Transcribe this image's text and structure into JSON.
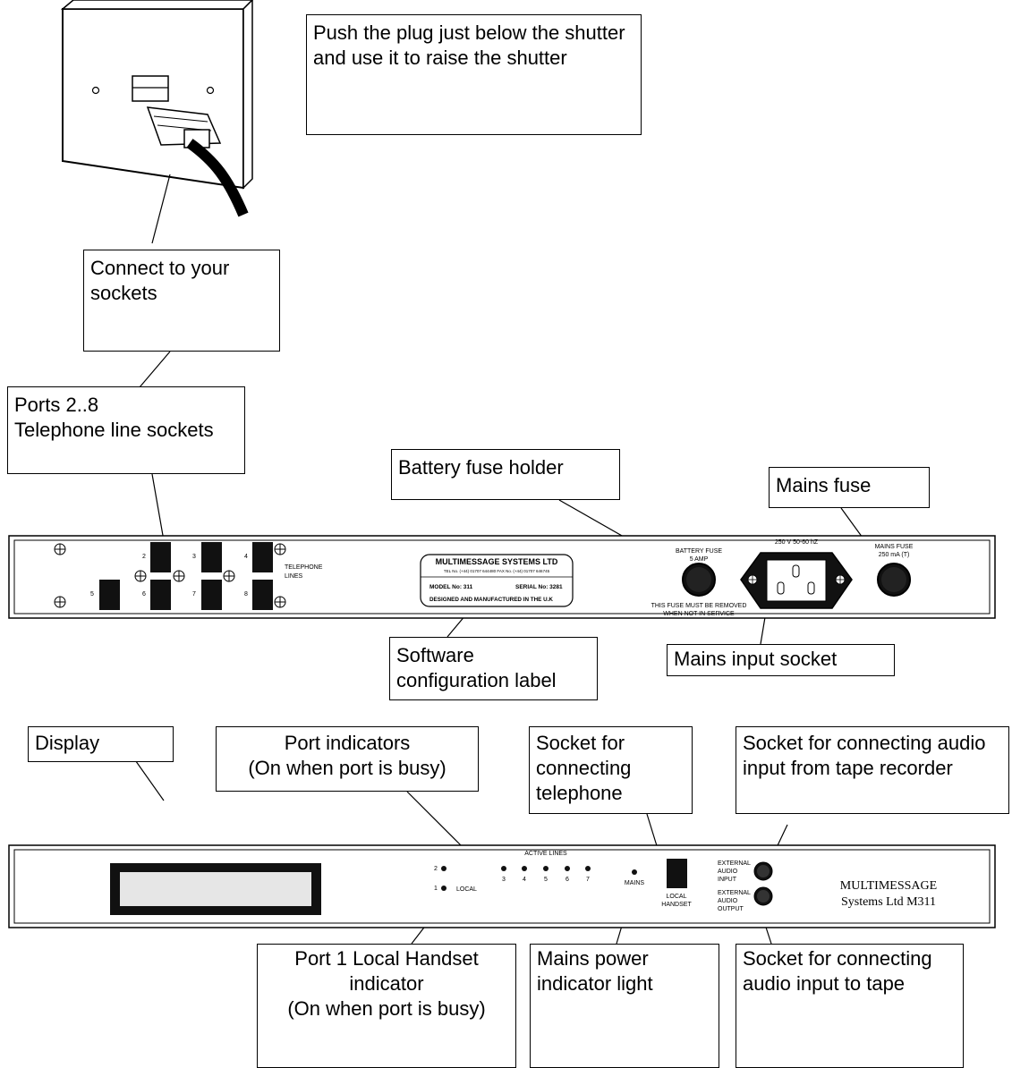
{
  "callouts": {
    "plug": "Push the plug just below the shutter and use it to raise the shutter",
    "connect": "Connect to your sockets",
    "ports": "Ports 2..8\nTelephone line sockets",
    "battery_fuse": "Battery fuse holder",
    "mains_fuse": "Mains fuse",
    "software_label": "Software configuration label",
    "mains_input": "Mains input socket",
    "display": "Display",
    "port_indicators": "Port indicators\n(On when port is busy)",
    "telephone_socket": "Socket for connecting telephone",
    "audio_input": "Socket for connecting audio input from tape recorder",
    "port1_indicator": "Port 1 Local Handset\nindicator\n(On when port is busy)",
    "mains_power": "Mains power indicator light",
    "audio_output": "Socket for connecting audio input to tape"
  },
  "rear_panel": {
    "telephone_lines_1": "TELEPHONE",
    "telephone_lines_2": "LINES",
    "port_numbers": [
      "2",
      "3",
      "4",
      "5",
      "6",
      "7",
      "8"
    ],
    "label_company": "MULTIMESSAGE SYSTEMS LTD",
    "label_tel": "TEL No. (+44) 01707 644480 FAX No.     (+44) 01707 646745",
    "label_model": "MODEL No: 311",
    "label_serial": "SERIAL No: 3281",
    "label_designed": "DESIGNED AND MANUFACTURED IN THE U.K",
    "battery_fuse_1": "BATTERY FUSE",
    "battery_fuse_2": "5 AMP",
    "fuse_note_1": "THIS FUSE MUST BE REMOVED",
    "fuse_note_2": "WHEN NOT IN SERVICE",
    "voltage": "250 V 50-60 hZ",
    "mains_fuse_1": "MAINS FUSE",
    "mains_fuse_2": "250 mA (T)"
  },
  "front_panel": {
    "active_lines": "ACTIVE LINES",
    "indicator_2": "2",
    "indicator_1": "1",
    "local": "LOCAL",
    "line_numbers": [
      "3",
      "4",
      "5",
      "6",
      "7"
    ],
    "mains": "MAINS",
    "local_handset_1": "LOCAL",
    "local_handset_2": "HANDSET",
    "ext_input_1": "EXTERNAL",
    "ext_input_2": "AUDIO",
    "ext_input_3": "INPUT",
    "ext_output_1": "EXTERNAL",
    "ext_output_2": "AUDIO",
    "ext_output_3": "OUTPUT",
    "brand_1": "MULTIMESSAGE",
    "brand_2": "Systems Ltd M311"
  }
}
